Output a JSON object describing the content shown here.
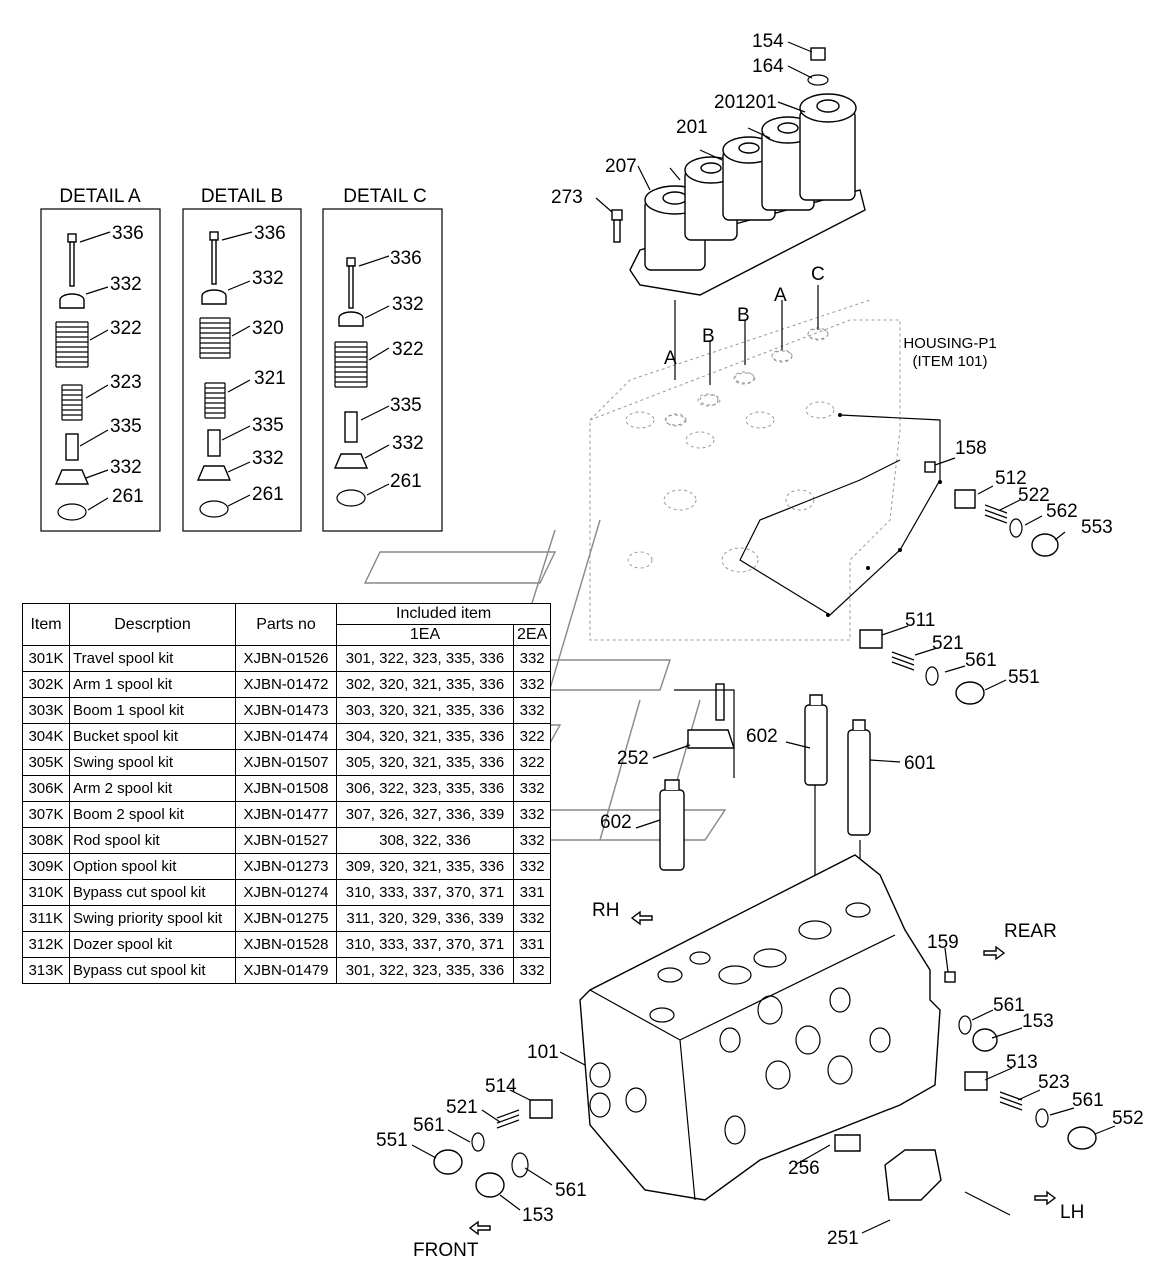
{
  "details": [
    {
      "title": "DETAIL A",
      "labels": [
        "336",
        "332",
        "322",
        "323",
        "335",
        "332",
        "261"
      ]
    },
    {
      "title": "DETAIL B",
      "labels": [
        "336",
        "332",
        "320",
        "321",
        "335",
        "332",
        "261"
      ]
    },
    {
      "title": "DETAIL C",
      "labels": [
        "336",
        "332",
        "322",
        "335",
        "332",
        "261"
      ]
    }
  ],
  "table": {
    "headers": {
      "item": "Item",
      "desc": "Descrption",
      "parts_no": "Parts no",
      "included": "Included item",
      "ea1": "1EA",
      "ea2": "2EA"
    },
    "rows": [
      {
        "item": "301K",
        "desc": "Travel spool kit",
        "pno": "XJBN-01526",
        "inc1": "301, 322, 323, 335, 336",
        "inc2": "332"
      },
      {
        "item": "302K",
        "desc": "Arm 1 spool kit",
        "pno": "XJBN-01472",
        "inc1": "302, 320, 321, 335, 336",
        "inc2": "332"
      },
      {
        "item": "303K",
        "desc": "Boom 1 spool kit",
        "pno": "XJBN-01473",
        "inc1": "303, 320, 321, 335, 336",
        "inc2": "332"
      },
      {
        "item": "304K",
        "desc": "Bucket spool kit",
        "pno": "XJBN-01474",
        "inc1": "304, 320, 321, 335, 336",
        "inc2": "322"
      },
      {
        "item": "305K",
        "desc": "Swing spool kit",
        "pno": "XJBN-01507",
        "inc1": "305, 320, 321, 335, 336",
        "inc2": "322"
      },
      {
        "item": "306K",
        "desc": "Arm 2 spool kit",
        "pno": "XJBN-01508",
        "inc1": "306, 322, 323, 335, 336",
        "inc2": "332"
      },
      {
        "item": "307K",
        "desc": "Boom 2 spool kit",
        "pno": "XJBN-01477",
        "inc1": "307, 326, 327, 336, 339",
        "inc2": "332"
      },
      {
        "item": "308K",
        "desc": "Rod spool kit",
        "pno": "XJBN-01527",
        "inc1": "308, 322, 336",
        "inc2": "332"
      },
      {
        "item": "309K",
        "desc": "Option spool kit",
        "pno": "XJBN-01273",
        "inc1": "309, 320, 321, 335, 336",
        "inc2": "332"
      },
      {
        "item": "310K",
        "desc": "Bypass cut spool kit",
        "pno": "XJBN-01274",
        "inc1": "310, 333, 337, 370, 371",
        "inc2": "331"
      },
      {
        "item": "311K",
        "desc": "Swing priority spool kit",
        "pno": "XJBN-01275",
        "inc1": "311, 320, 329, 336, 339",
        "inc2": "332"
      },
      {
        "item": "312K",
        "desc": "Dozer spool kit",
        "pno": "XJBN-01528",
        "inc1": "310, 333, 337, 370, 371",
        "inc2": "331"
      },
      {
        "item": "313K",
        "desc": "Bypass cut spool kit",
        "pno": "XJBN-01479",
        "inc1": "301, 322, 323, 335, 336",
        "inc2": "332"
      }
    ]
  },
  "housing_note": {
    "line1": "HOUSING-P1",
    "line2": "(ITEM 101)"
  },
  "directions": {
    "rh": "RH",
    "rear": "REAR",
    "lh": "LH",
    "front": "FRONT"
  },
  "cover_letters": {
    "a1": "A",
    "b1": "B",
    "b2": "B",
    "a2": "A",
    "c": "C"
  },
  "callouts": {
    "c154": "154",
    "c164": "164",
    "c201a": "201",
    "c201b": "201",
    "c201c": "201",
    "c207": "207",
    "c273": "273",
    "c158": "158",
    "c512": "512",
    "c522": "522",
    "c562": "562",
    "c553": "553",
    "c511": "511",
    "c521a": "521",
    "c561a": "561",
    "c551a": "551",
    "c252": "252",
    "c602a": "602",
    "c601": "601",
    "c602b": "602",
    "c159": "159",
    "c561b": "561",
    "c153a": "153",
    "c513": "513",
    "c523": "523",
    "c561c": "561",
    "c552": "552",
    "c101": "101",
    "c514": "514",
    "c521b": "521",
    "c561d": "561",
    "c551b": "551",
    "c561e": "561",
    "c153b": "153",
    "c256": "256",
    "c251": "251"
  }
}
